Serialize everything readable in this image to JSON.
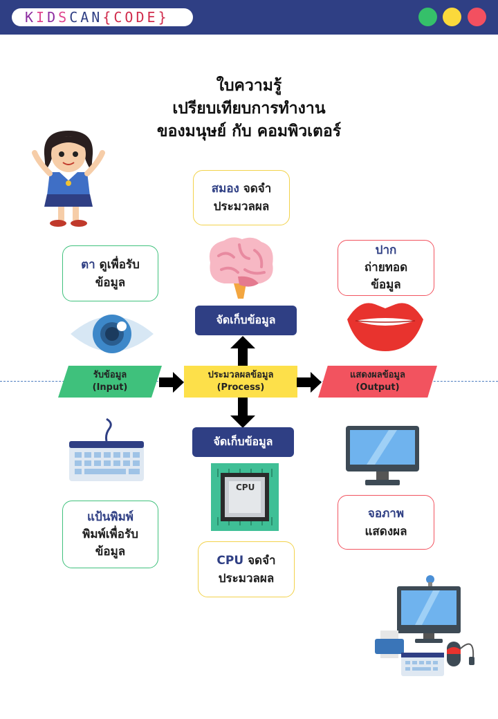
{
  "header": {
    "logo": "KIDSCAN{CODE}"
  },
  "title": {
    "line1": "ใบความรู้",
    "line2": "เปรียบเทียบการทำงาน",
    "line3": "ของมนุษย์ กับ คอมพิวเตอร์"
  },
  "human": {
    "brain": {
      "name": "สมอง",
      "desc": "จดจำ",
      "desc2": "ประมวลผล"
    },
    "eye": {
      "name": "ตา",
      "desc": "ดูเพื่อรับ",
      "desc2": "ข้อมูล"
    },
    "mouth": {
      "name": "ปาก",
      "desc": "ถ่ายทอด",
      "desc2": "ข้อมูล"
    },
    "storage": "จัดเก็บข้อมูล"
  },
  "process": {
    "input": {
      "label": "รับข้อมูล",
      "en": "(Input)"
    },
    "process": {
      "label": "ประมวลผลข้อมูล",
      "en": "(Process)"
    },
    "output": {
      "label": "แสดงผลข้อมูล",
      "en": "(Output)"
    }
  },
  "computer": {
    "storage": "จัดเก็บข้อมูล",
    "keyboard": {
      "name": "แป้นพิมพ์",
      "desc": "พิมพ์เพื่อรับ",
      "desc2": "ข้อมูล"
    },
    "cpu": {
      "name": "CPU",
      "desc": "จดจำ",
      "desc2": "ประมวลผล",
      "chip_label": "CPU"
    },
    "monitor": {
      "name": "จอภาพ",
      "desc": "แสดงผล"
    }
  },
  "colors": {
    "navy": "#2f3f84",
    "green": "#3fc17c",
    "yellow": "#fde04a",
    "red": "#f2535f"
  },
  "icons": [
    "girl-illustration",
    "brain-icon",
    "eye-icon",
    "lips-icon",
    "keyboard-icon",
    "cpu-chip-icon",
    "monitor-icon",
    "computer-set-icon",
    "arrow-icon"
  ]
}
